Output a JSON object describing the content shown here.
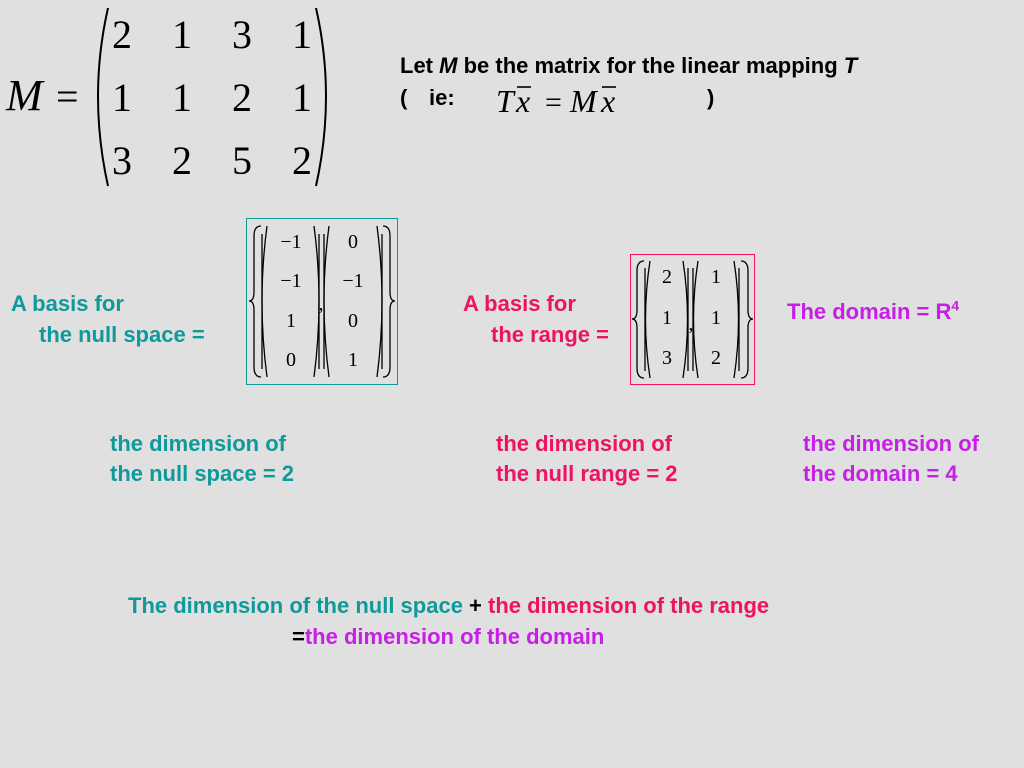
{
  "matrix": {
    "name": "M",
    "equals": "=",
    "rows": [
      [
        "2",
        "1",
        "3",
        "1"
      ],
      [
        "1",
        "1",
        "2",
        "1"
      ],
      [
        "3",
        "2",
        "5",
        "2"
      ]
    ]
  },
  "intro": {
    "let": "Let",
    "m": "M",
    "be": "be the matrix for the linear mapping",
    "t": "T",
    "open_paren": "(",
    "ie": "ie:",
    "close_paren": ")",
    "equation": {
      "lhs_T": "T",
      "lhs_x": "x",
      "eq": "=",
      "rhs_M": "M",
      "rhs_x": "x"
    }
  },
  "null_space": {
    "label_line1": "A basis for",
    "label_line2": "the null space =",
    "vectors": [
      [
        "−1",
        "−1",
        "1",
        "0"
      ],
      [
        "0",
        "−1",
        "0",
        "1"
      ]
    ],
    "separator": ",",
    "border_color": "#0e9a9a"
  },
  "range": {
    "label_line1": "A basis for",
    "label_line2": "the range =",
    "vectors": [
      [
        "2",
        "1",
        "3"
      ],
      [
        "1",
        "1",
        "2"
      ]
    ],
    "separator": ",",
    "border_color": "#ee1263"
  },
  "domain": {
    "label": "The domain = R",
    "superscript": "4"
  },
  "dimensions": {
    "null_line1": "the dimension of",
    "null_line2": "the null space = 2",
    "range_line1": "the dimension of",
    "range_line2": "the null range = 2",
    "domain_line1": "the dimension of",
    "domain_line2": "the domain = 4"
  },
  "summary": {
    "part1": "The dimension of the null space",
    "plus": " + ",
    "part2": "the dimension of the range",
    "equals": "=",
    "part3": "the dimension of the domain"
  },
  "colors": {
    "null_space": "#0e9a9a",
    "range": "#ee1263",
    "domain": "#c61fe6",
    "background": "#e0e0e0"
  }
}
